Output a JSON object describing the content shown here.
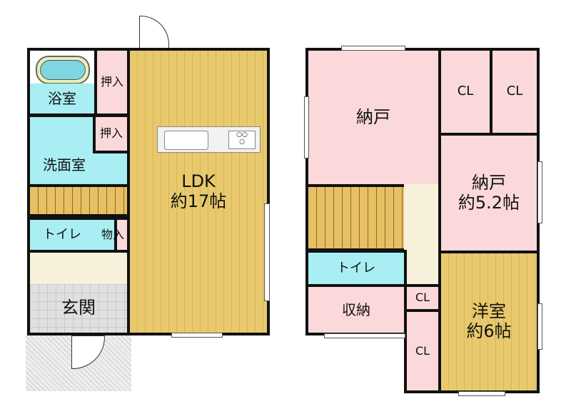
{
  "floor1": {
    "bath": "浴室",
    "closet1": "押入",
    "washroom": "洗面室",
    "closet2": "押入",
    "toilet": "トイレ",
    "storage": "物入",
    "entrance": "玄関",
    "ldk_name": "LDK",
    "ldk_size": "約17帖"
  },
  "floor2": {
    "storeroom": "納戸",
    "cl1": "CL",
    "cl2": "CL",
    "storeroom2_name": "納戸",
    "storeroom2_size": "約5.2帖",
    "toilet": "トイレ",
    "shuno": "収納",
    "cl3": "CL",
    "cl4": "CL",
    "western_name": "洋室",
    "western_size": "約6帖"
  },
  "colors": {
    "storage": "#fbd9da",
    "wet": "#a8eef2",
    "floor": "#e8c96e",
    "hall": "#f7f1dc"
  }
}
